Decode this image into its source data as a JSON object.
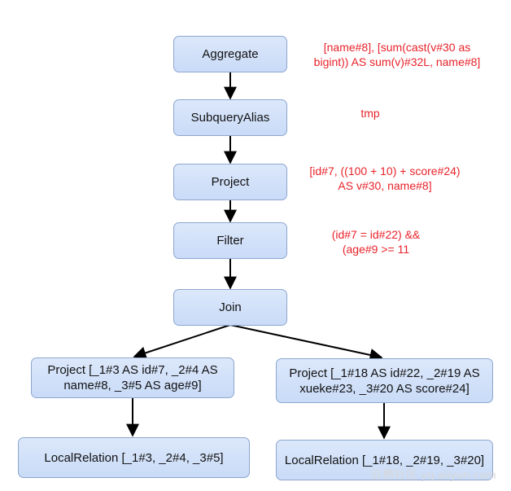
{
  "nodes": {
    "aggregate": "Aggregate",
    "subquery_alias": "SubqueryAlias",
    "project": "Project",
    "filter": "Filter",
    "join": "Join",
    "project_left": "Project [_1#3 AS id#7, _2#4 AS name#8, _3#5 AS age#9]",
    "project_right": "Project [_1#18 AS id#22, _2#19 AS xueke#23, _3#20 AS score#24]",
    "local_relation_left": "LocalRelation [_1#3, _2#4, _3#5]",
    "local_relation_right": "LocalRelation [_1#18, _2#19, _3#20]"
  },
  "annotations": {
    "aggregate": "[name#8], [sum(cast(v#30 as\nbigint)) AS sum(v)#32L, name#8]",
    "subquery_alias": "tmp",
    "project": "[id#7, ((100 + 10) + score#24)\nAS v#30, name#8]",
    "filter": "(id#7 = id#22) &&\n(age#9 >= 11"
  },
  "watermark": "云栖社区 yq.aliyun.com",
  "colors": {
    "node_fill": "#dce8fb",
    "node_border": "#8da6cf",
    "annotation_text": "#e8222a",
    "arrow": "#000000"
  }
}
